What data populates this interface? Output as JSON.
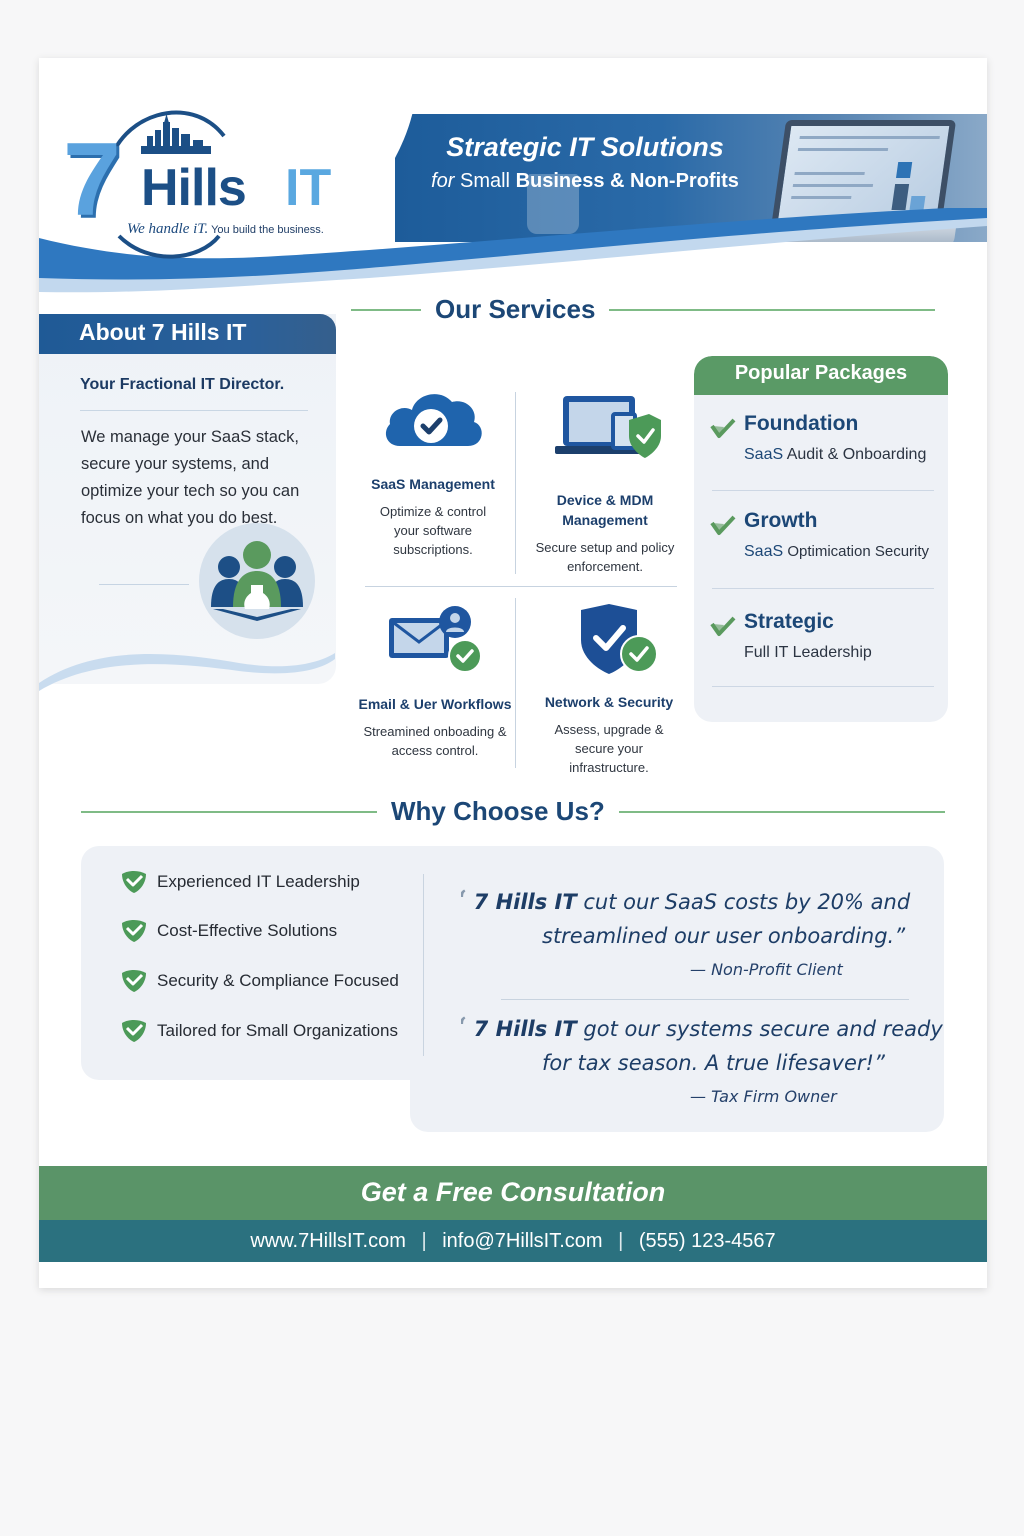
{
  "header": {
    "logo": {
      "number": "7",
      "name": "Hills",
      "suffix": "IT",
      "tagline_script": "We handle iT.",
      "tagline_rest": "You build the business."
    },
    "hero": {
      "title": "Strategic IT Solutions",
      "sub_prefix": "for",
      "sub_middle": "Small",
      "sub_bold": "Business & Non-Profits"
    }
  },
  "about": {
    "title": "About 7 Hills IT",
    "tagline": "Your Fractional IT Director.",
    "body": "We manage your SaaS stack, secure your systems, and optimize your tech so you can focus on what you do best.",
    "icon": "team-icon"
  },
  "services": {
    "title": "Our Services",
    "items": [
      {
        "name": "SaaS Management",
        "desc": "Optimize & control your software subscriptions.",
        "icon": "cloud-check-icon"
      },
      {
        "name": "Device & MDM Management",
        "desc": "Secure setup and policy enforcement.",
        "icon": "devices-shield-icon"
      },
      {
        "name": "Email & Uer Workflows",
        "desc": "Streamined onboading & access control.",
        "icon": "email-user-icon"
      },
      {
        "name": "Network & Security",
        "desc": "Assess, upgrade & secure your infrastructure.",
        "icon": "shield-check-icon"
      }
    ]
  },
  "packages": {
    "title": "Popular Packages",
    "items": [
      {
        "name": "Foundation",
        "sub_highlight": "SaaS",
        "sub_rest": "Audit & Onboarding"
      },
      {
        "name": "Growth",
        "sub_highlight": "SaaS",
        "sub_rest": "Optimication Security"
      },
      {
        "name": "Strategic",
        "sub_highlight": "",
        "sub_rest": "Full IT Leadership"
      }
    ]
  },
  "why": {
    "title": "Why Choose Us?",
    "items": [
      "Experienced IT Leadership",
      "Cost-Effective Solutions",
      "Security & Compliance Focused",
      "Tailored for Small Organizations"
    ]
  },
  "testimonials": [
    {
      "brand": "7 Hills IT",
      "line1_rest": "cut our SaaS costs by 20% and",
      "line2": "streamlined our user onboarding.”",
      "author": "—  Non-Profit Client"
    },
    {
      "brand": "7 Hills IT",
      "line1_rest": "got our systems secure and ready",
      "line2": "for tax season. A true lifesaver!”",
      "author": "—  Tax Firm Owner"
    }
  ],
  "cta": {
    "label": "Get a Free Consultation",
    "website": "www.7HillsIT.com",
    "email": "info@7HillsIT.com",
    "phone": "(555) 123-4567",
    "separator": "|"
  },
  "colors": {
    "navy": "#1c4776",
    "blue": "#2a6aa8",
    "light_blue": "#5aa2de",
    "green": "#5a9a66",
    "teal": "#2b717f"
  }
}
